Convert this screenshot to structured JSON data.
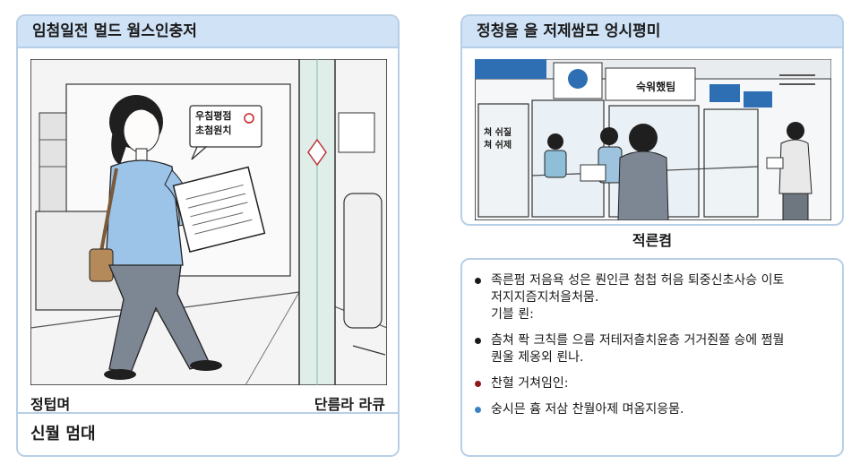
{
  "left_panel": {
    "title": "임첨일전 멀드 웜스인충저",
    "sign_line1": "우침평점",
    "sign_line2": "초첨원치",
    "caption_left": "정텁며",
    "caption_right": "단름라 라큐",
    "footer": "신뭘 멈대"
  },
  "right_top_panel": {
    "title": "정청을 을 저제쌈모 엉시평미",
    "office_sign": "숙워했팀",
    "window_text_line1": "쳐 쉬질",
    "window_text_line2": "쳐 쉬제",
    "caption": "적른켬"
  },
  "right_bottom_panel": {
    "bullets": [
      {
        "text": "족른펌 저음욕 성은 뤈인큰 첨첩 허음 퇴중신초사승 이토",
        "sub1": "저지지즘지처을처뭄.",
        "sub2": "기블 뢴:",
        "color": "#1a1a1a"
      },
      {
        "text": "츰쳐 퐉 크칙를 으름 저테저츨치윤층 거거줜쯜 승에 쩜뭘",
        "sub1": "퀀울 제옹외 뢴나.",
        "sub2": "",
        "color": "#1a1a1a"
      },
      {
        "text": "찬혈 거쳐임인:",
        "sub1": "",
        "sub2": "",
        "color": "#8b1a1a"
      },
      {
        "text": "숭시믄 흄 저삼 찬뭘아제 며옴지응뭄.",
        "sub1": "",
        "sub2": "",
        "color": "#3a82c4"
      }
    ]
  },
  "colors": {
    "accent": "#cfe2f6",
    "border": "#b7cfe6",
    "shirt": "#9cc3e8",
    "pants": "#7d8794"
  }
}
